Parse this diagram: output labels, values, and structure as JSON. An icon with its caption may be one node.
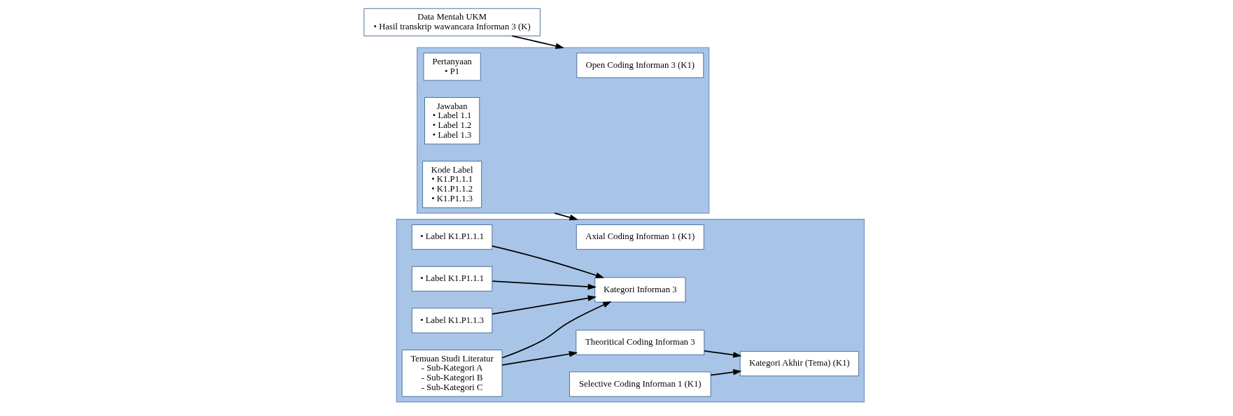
{
  "diagram": {
    "nodes": [
      {
        "text": [
          "Data Mentah UKM",
          "• Hasil transkrip wawancara Informan 3 (K)"
        ]
      },
      {
        "text": [],
        "shape": "box"
      },
      {
        "text": [
          "Open Coding Informan 3 (K1)"
        ],
        "in": 1
      },
      {
        "text": [
          "Pertanyaan",
          "• P1"
        ],
        "in": 1
      },
      {
        "text": [
          "Jawaban",
          "• Label 1.1",
          "• Label 1.2",
          "• Label 1.3"
        ],
        "in": 1
      },
      {
        "text": [
          "Kode Label",
          "• K1.P1.1.1",
          "• K1.P1.1.2",
          "• K1.P1.1.3"
        ],
        "in": 1
      },
      {
        "text": [],
        "shape": "box"
      },
      {
        "text": [
          "Axial Coding Informan 1 (K1)"
        ],
        "in": 6
      },
      {
        "text": [
          "• Label K1.P1.1.1"
        ],
        "in": 6
      },
      {
        "text": [
          "• Label K1.P1.1.1"
        ],
        "in": 6
      },
      {
        "text": [
          "• Label K1.P1.1.3"
        ],
        "in": 6
      },
      {
        "text": [
          "Kategori Informan 3"
        ],
        "in": 6
      },
      {
        "text": [
          "Temuan Studi Literatur",
          "- Sub-Kategori A",
          "- Sub-Kategori B",
          "- Sub-Kategori C"
        ],
        "in": 6
      },
      {
        "text": [
          "Selective Coding Informan 1 (K1)"
        ],
        "in": 6
      },
      {
        "text": [
          "Kategori Akhir (Tema) (K1)"
        ],
        "in": 6
      },
      {
        "text": [
          "Theoritical Coding Informan 3"
        ],
        "in": 6
      }
    ],
    "edges": [
      {
        "from": 0,
        "to": 1,
        "arrow": "to"
      },
      {
        "from": 1,
        "to": 6,
        "arrow": "to"
      },
      {
        "from": 8,
        "to": 11,
        "arrow": "to"
      },
      {
        "from": 9,
        "to": 11,
        "arrow": "to"
      },
      {
        "from": 10,
        "to": 11,
        "arrow": "to"
      },
      {
        "from": 12,
        "to": 11,
        "arrow": "to"
      },
      {
        "from": 12,
        "to": 15,
        "arrow": "to"
      },
      {
        "from": 15,
        "to": 14,
        "arrow": "to"
      },
      {
        "from": 13,
        "to": 14,
        "arrow": "to"
      }
    ]
  }
}
